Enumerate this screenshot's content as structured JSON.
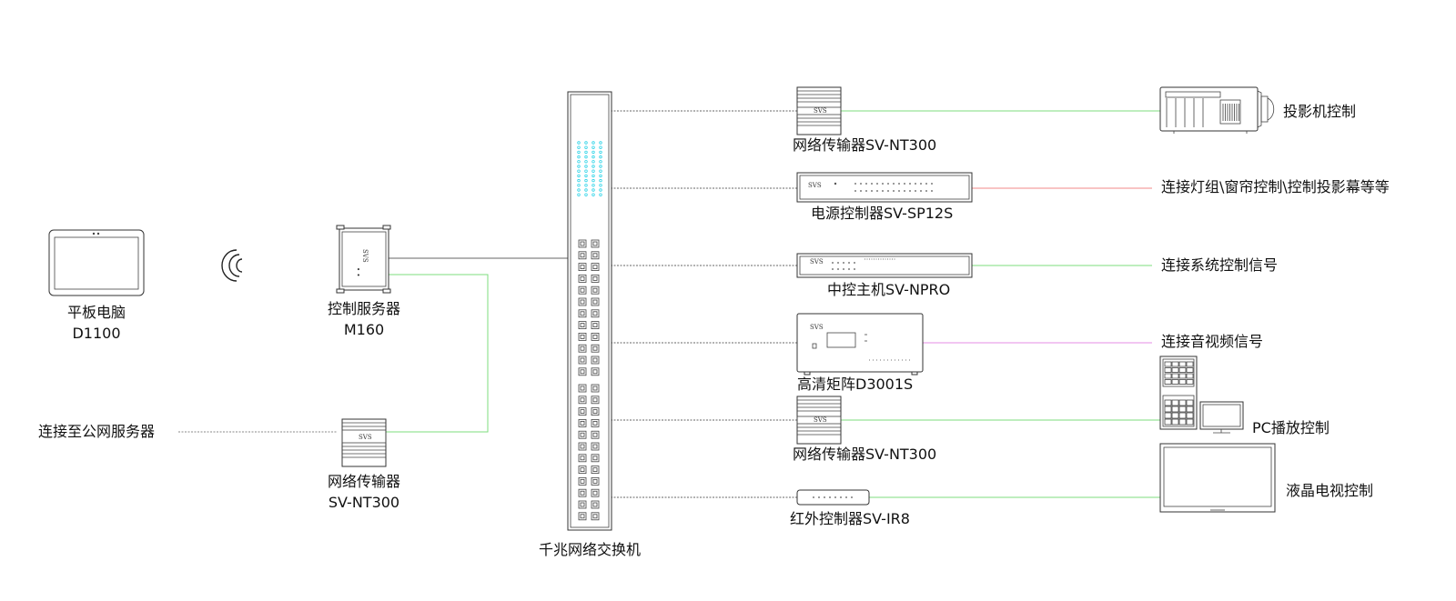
{
  "devices": {
    "tablet": {
      "name": "平板电脑",
      "model": "D1100"
    },
    "control_server": {
      "name": "控制服务器",
      "model": "M160"
    },
    "transmitter_left": {
      "name": "网络传输器",
      "model": "SV-NT300"
    },
    "public_server": {
      "label": "连接至公网服务器"
    },
    "switch": {
      "name": "千兆网络交换机"
    },
    "nt300_top": {
      "label": "网络传输器SV-NT300"
    },
    "sp12s": {
      "label": "电源控制器SV-SP12S"
    },
    "npro": {
      "label": "中控主机SV-NPRO"
    },
    "d3001s": {
      "label": "高清矩阵D3001S"
    },
    "nt300_mid": {
      "label": "网络传输器SV-NT300"
    },
    "ir8": {
      "label": "红外控制器SV-IR8"
    }
  },
  "targets": {
    "projector": "投影机控制",
    "lighting": "连接灯组\\窗帘控制\\控制投影幕等等",
    "system_signal": "连接系统控制信号",
    "av_signal": "连接音视频信号",
    "pc": "PC播放控制",
    "lcd_tv": "液晶电视控制"
  },
  "brand": "SVS",
  "colors": {
    "green": "#7ddc7d",
    "red": "#f08a8a",
    "magenta": "#e58de5",
    "gray": "#888888",
    "cyan": "#2fd4e8"
  }
}
